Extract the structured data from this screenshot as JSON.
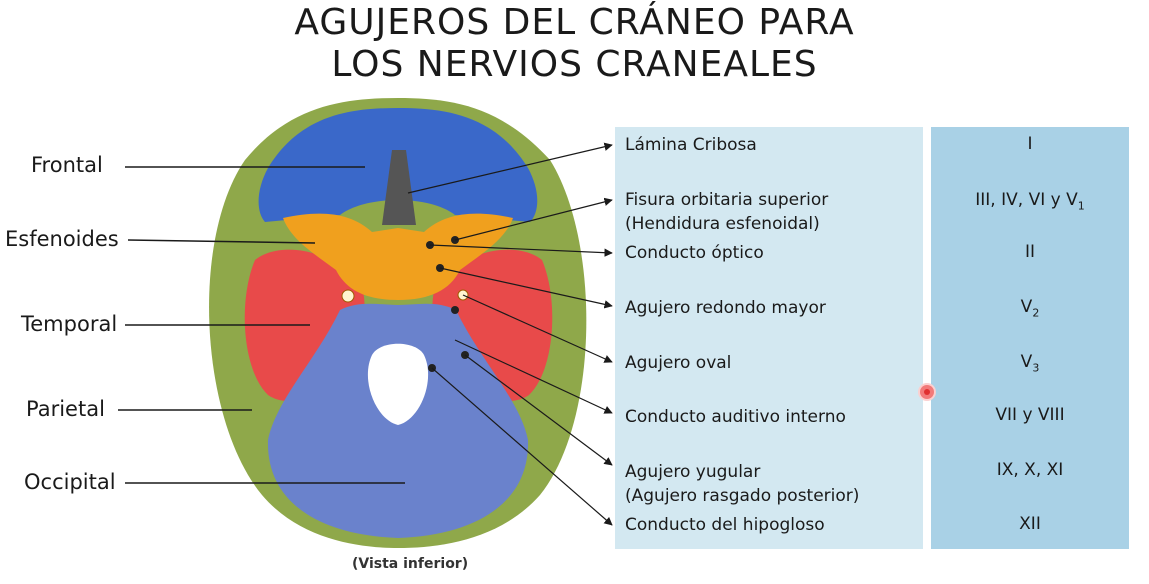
{
  "title": {
    "line1": "AGUJEROS DEL CRÁNEO PARA",
    "line2": "LOS NERVIOS CRANEALES"
  },
  "bones": [
    {
      "label": "Frontal",
      "color": "#3a68c9"
    },
    {
      "label": "Esfenoides",
      "color": "#f0a01e"
    },
    {
      "label": "Temporal",
      "color": "#e84a4a"
    },
    {
      "label": "Parietal",
      "color": "#8fa84a"
    },
    {
      "label": "Occipital",
      "color": "#6a82cc"
    }
  ],
  "caption": "(Vista inferior)",
  "foramina": [
    {
      "name_lines": [
        "Lámina Cribosa"
      ],
      "nerve": "I"
    },
    {
      "name_lines": [
        "Fisura orbitaria superior",
        "(Hendidura esfenoidal)"
      ],
      "nerve": "III, IV, VI y V",
      "nerve_sub": "1"
    },
    {
      "name_lines": [
        "Conducto óptico"
      ],
      "nerve": "II"
    },
    {
      "name_lines": [
        "Agujero redondo mayor"
      ],
      "nerve": "V",
      "nerve_sub": "2"
    },
    {
      "name_lines": [
        "Agujero oval"
      ],
      "nerve": "V",
      "nerve_sub": "3"
    },
    {
      "name_lines": [
        "Conducto auditivo interno"
      ],
      "nerve": "VII y VIII"
    },
    {
      "name_lines": [
        "Agujero yugular",
        "(Agujero rasgado posterior)"
      ],
      "nerve": "IX, X, XI"
    },
    {
      "name_lines": [
        "Conducto del hipogloso"
      ],
      "nerve": "XII"
    }
  ],
  "colors": {
    "panel_left": "#d3e8f1",
    "panel_right": "#a9d1e6",
    "cursor_dot": "#e03030"
  }
}
